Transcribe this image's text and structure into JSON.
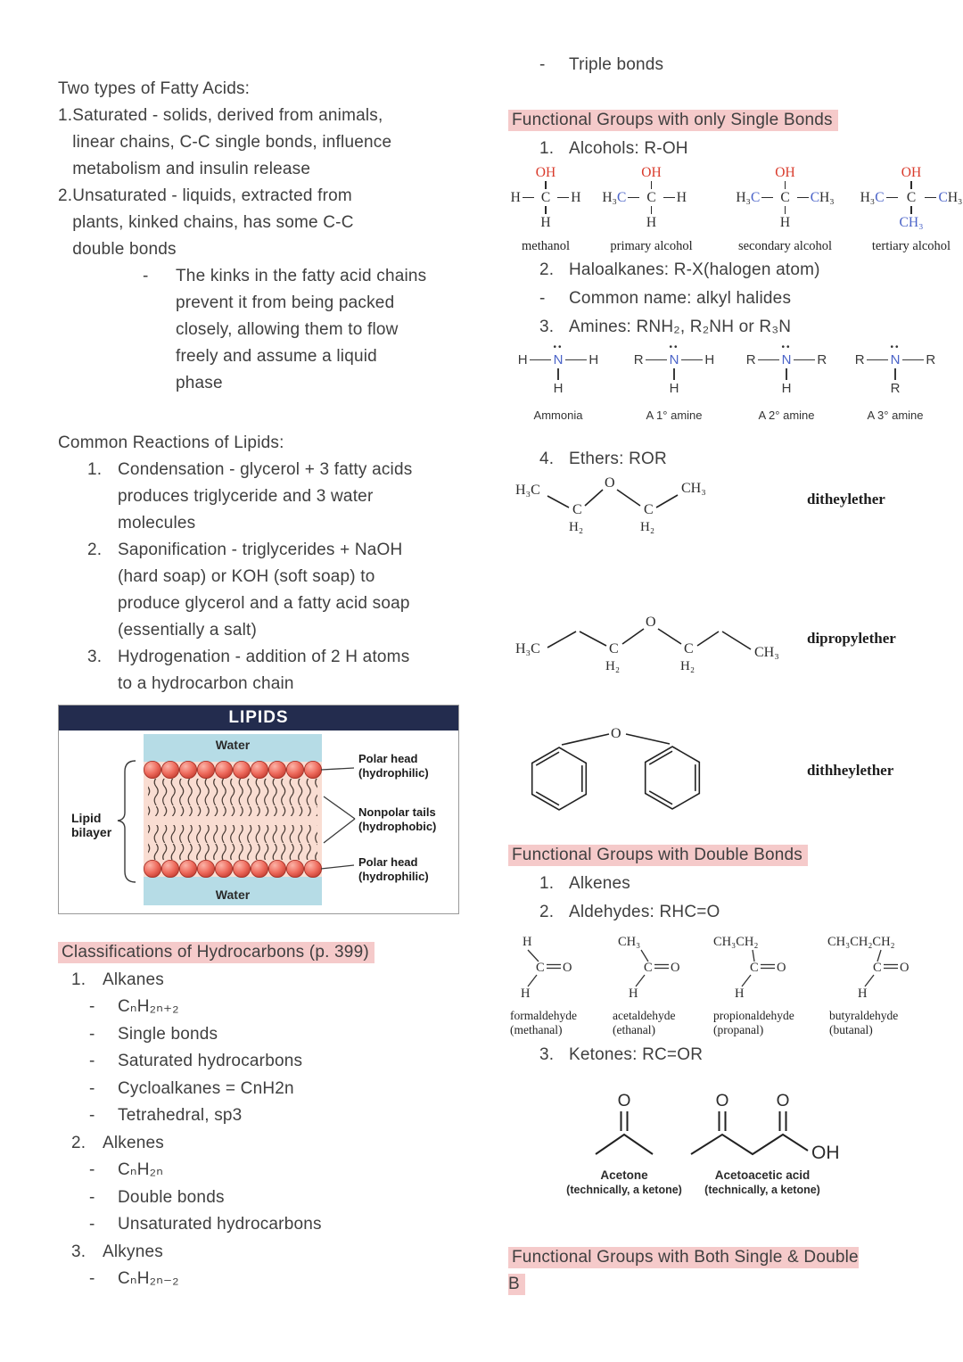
{
  "colors": {
    "highlight_pink": "#f5caca",
    "title_navy": "#232c4e",
    "atom_red": "#d93a2b",
    "atom_blue": "#4a63c8",
    "ketone_green": "#3fae6e",
    "water_blue": "#b6dce6",
    "membrane_pink": "#f9ddd2",
    "sphere_red": "#e8635a"
  },
  "left": {
    "fatty": {
      "title": "Two types of Fatty Acids:",
      "items": [
        {
          "num": "1.",
          "text": "Saturated - solids, derived from animals,\nlinear chains, C-C single bonds, influence\nmetabolism and insulin release"
        },
        {
          "num": "2.",
          "text": "Unsaturated - liquids, extracted from\nplants, kinked chains, has some C-C\ndouble bonds"
        }
      ],
      "kinks": {
        "dash": "-",
        "text": "The kinks in the fatty acid chains\nprevent it from being packed\nclosely, allowing them to flow\nfreely and assume a liquid\nphase"
      }
    },
    "reactions": {
      "title": "Common Reactions of Lipids:",
      "items": [
        {
          "num": "1.",
          "text": "Condensation - glycerol + 3 fatty acids\nproduces triglyceride and 3 water\nmolecules"
        },
        {
          "num": "2.",
          "text": "Saponification - triglycerides + NaOH\n(hard soap) or KOH (soft soap) to\nproduce glycerol and a fatty acid soap\n(essentially a salt)"
        },
        {
          "num": "3.",
          "text": "Hydrogenation - addition of 2 H atoms\nto a hydrocarbon chain"
        }
      ]
    },
    "fig": {
      "title": "LIPIDS",
      "water_top": "Water",
      "water_bottom": "Water",
      "bi1": "Lipid",
      "bi2": "bilayer",
      "pt1": "Polar head",
      "pt2": "(hydrophilic)",
      "np1": "Nonpolar tails",
      "np2": "(hydrophobic)",
      "pb1": "Polar head",
      "pb2": "(hydrophilic)"
    },
    "hc": {
      "title": "Classifications of Hydrocarbons (p. 399)",
      "rows": [
        {
          "n": "1.",
          "t": "Alkanes"
        },
        {
          "d": "-",
          "t": "CₙH₂ₙ₊₂"
        },
        {
          "d": "-",
          "t": "Single bonds"
        },
        {
          "d": "-",
          "t": "Saturated hydrocarbons"
        },
        {
          "d": "-",
          "t": "Cycloalkanes = CnH2n"
        },
        {
          "d": "-",
          "t": "Tetrahedral, sp3"
        },
        {
          "n": "2.",
          "t": "Alkenes"
        },
        {
          "d": "-",
          "t": "CₙH₂ₙ"
        },
        {
          "d": "-",
          "t": "Double bonds"
        },
        {
          "d": "-",
          "t": "Unsaturated hydrocarbons"
        },
        {
          "n": "3.",
          "t": "Alkynes"
        },
        {
          "d": "-",
          "t": "CₙH₂ₙ₋₂"
        }
      ]
    }
  },
  "right": {
    "triple": {
      "d": "-",
      "t": "Triple bonds"
    },
    "alc_c": "C",
    "am_c": "N",
    "lone": "••",
    "s1": {
      "title": "Functional Groups with only Single Bonds",
      "item1_n": "1.",
      "item1": "Alcohols: R-OH",
      "item2_n": "2.",
      "item2": "Haloalkanes: R-X(halogen atom)",
      "dash_d": "-",
      "dash_t": "Common name: alkyl halides",
      "item3_n": "3.",
      "item3": "Amines: RNH₂, R₂NH or R₃N",
      "item4_n": "4.",
      "item4": "Ethers: ROR"
    },
    "alc": [
      {
        "top": "OH",
        "lpre": "H",
        "lc": "",
        "rc": "",
        "rpost": "H",
        "bot": "H",
        "bot2": "",
        "label": "methanol"
      },
      {
        "top": "OH",
        "lpre": "H₃",
        "lc": "C",
        "rc": "",
        "rpost": "H",
        "bot": "H",
        "bot2": "",
        "label": "primary alcohol"
      },
      {
        "top": "OH",
        "lpre": "H₃",
        "lc": "C",
        "rc": "C",
        "rpost": "H₃",
        "bot": "H",
        "bot2": "",
        "label": "secondary alcohol"
      },
      {
        "top": "OH",
        "lpre": "H₃",
        "lc": "C",
        "rc": "C",
        "rpost": "H₃",
        "bot": "",
        "bot2": "CH₃",
        "label": "tertiary alcohol"
      }
    ],
    "am": [
      {
        "l": "H",
        "r": "H",
        "b": "H",
        "label": "Ammonia"
      },
      {
        "l": "R",
        "r": "H",
        "b": "H",
        "label": "A 1° amine"
      },
      {
        "l": "R",
        "r": "R",
        "b": "H",
        "label": "A 2° amine"
      },
      {
        "l": "R",
        "r": "R",
        "b": "R",
        "label": "A 3° amine"
      }
    ],
    "e1": {
      "a": "H₃C",
      "c1": "C",
      "h1": "H₂",
      "o": "O",
      "c2": "C",
      "h2": "H₂",
      "d": "CH₃",
      "label": "ditheylether"
    },
    "e2": {
      "a": "H₃C",
      "c1": "C",
      "h1": "H₂",
      "o": "O",
      "c2": "C",
      "h2": "H₂",
      "d": "CH₃",
      "label": "dipropylether"
    },
    "e3": {
      "o": "O",
      "label": "dithheylether"
    },
    "s2": {
      "title": "Functional Groups with Double Bonds",
      "i1n": "1.",
      "i1": "Alkenes",
      "i2n": "2.",
      "i2": "Aldehydes: RHC=O",
      "i3n": "3.",
      "i3": "Ketones: RC=OR"
    },
    "ald": [
      {
        "top": "H",
        "c": "C",
        "o": "O",
        "h": "H",
        "l1": "formaldehyde",
        "l2": "(methanal)"
      },
      {
        "top": "CH₃",
        "c": "C",
        "o": "O",
        "h": "H",
        "l1": "acetaldehyde",
        "l2": "(ethanal)"
      },
      {
        "top": "CH₃CH₂",
        "c": "C",
        "o": "O",
        "h": "H",
        "l1": "propionaldehyde",
        "l2": "(propanal)"
      },
      {
        "top": "CH₃CH₂CH₂",
        "c": "C",
        "o": "O",
        "h": "H",
        "l1": "butyraldehyde",
        "l2": "(butanal)"
      }
    ],
    "ket": {
      "o1": "O",
      "name1": "Acetone",
      "sub1": "(technically, a ketone)",
      "o2a": "O",
      "o2b": "O",
      "oh": "OH",
      "name2": "Acetoacetic acid",
      "sub2": "(technically, a ketone)"
    },
    "s3": {
      "title": "Functional Groups with Both Single & Double\nB"
    }
  }
}
